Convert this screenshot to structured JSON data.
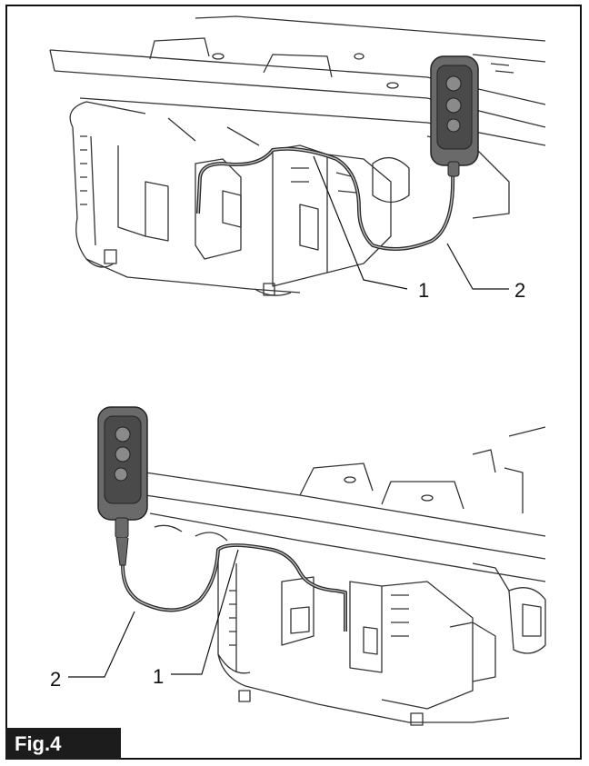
{
  "figure": {
    "label": "Fig.4",
    "top_view": {
      "callouts": [
        {
          "text": "1"
        },
        {
          "text": "2"
        }
      ]
    },
    "bottom_view": {
      "callouts": [
        {
          "text": "2"
        },
        {
          "text": "1"
        }
      ]
    }
  },
  "colors": {
    "frame": "#111111",
    "line_art": "#333333",
    "remote_body": "#6a6a6a",
    "remote_panel": "#4a4a4a",
    "label_bg": "#1c1c1c",
    "label_text": "#ffffff"
  },
  "icons": {
    "remote": "hand-remote-control",
    "cable": "control-cable"
  }
}
